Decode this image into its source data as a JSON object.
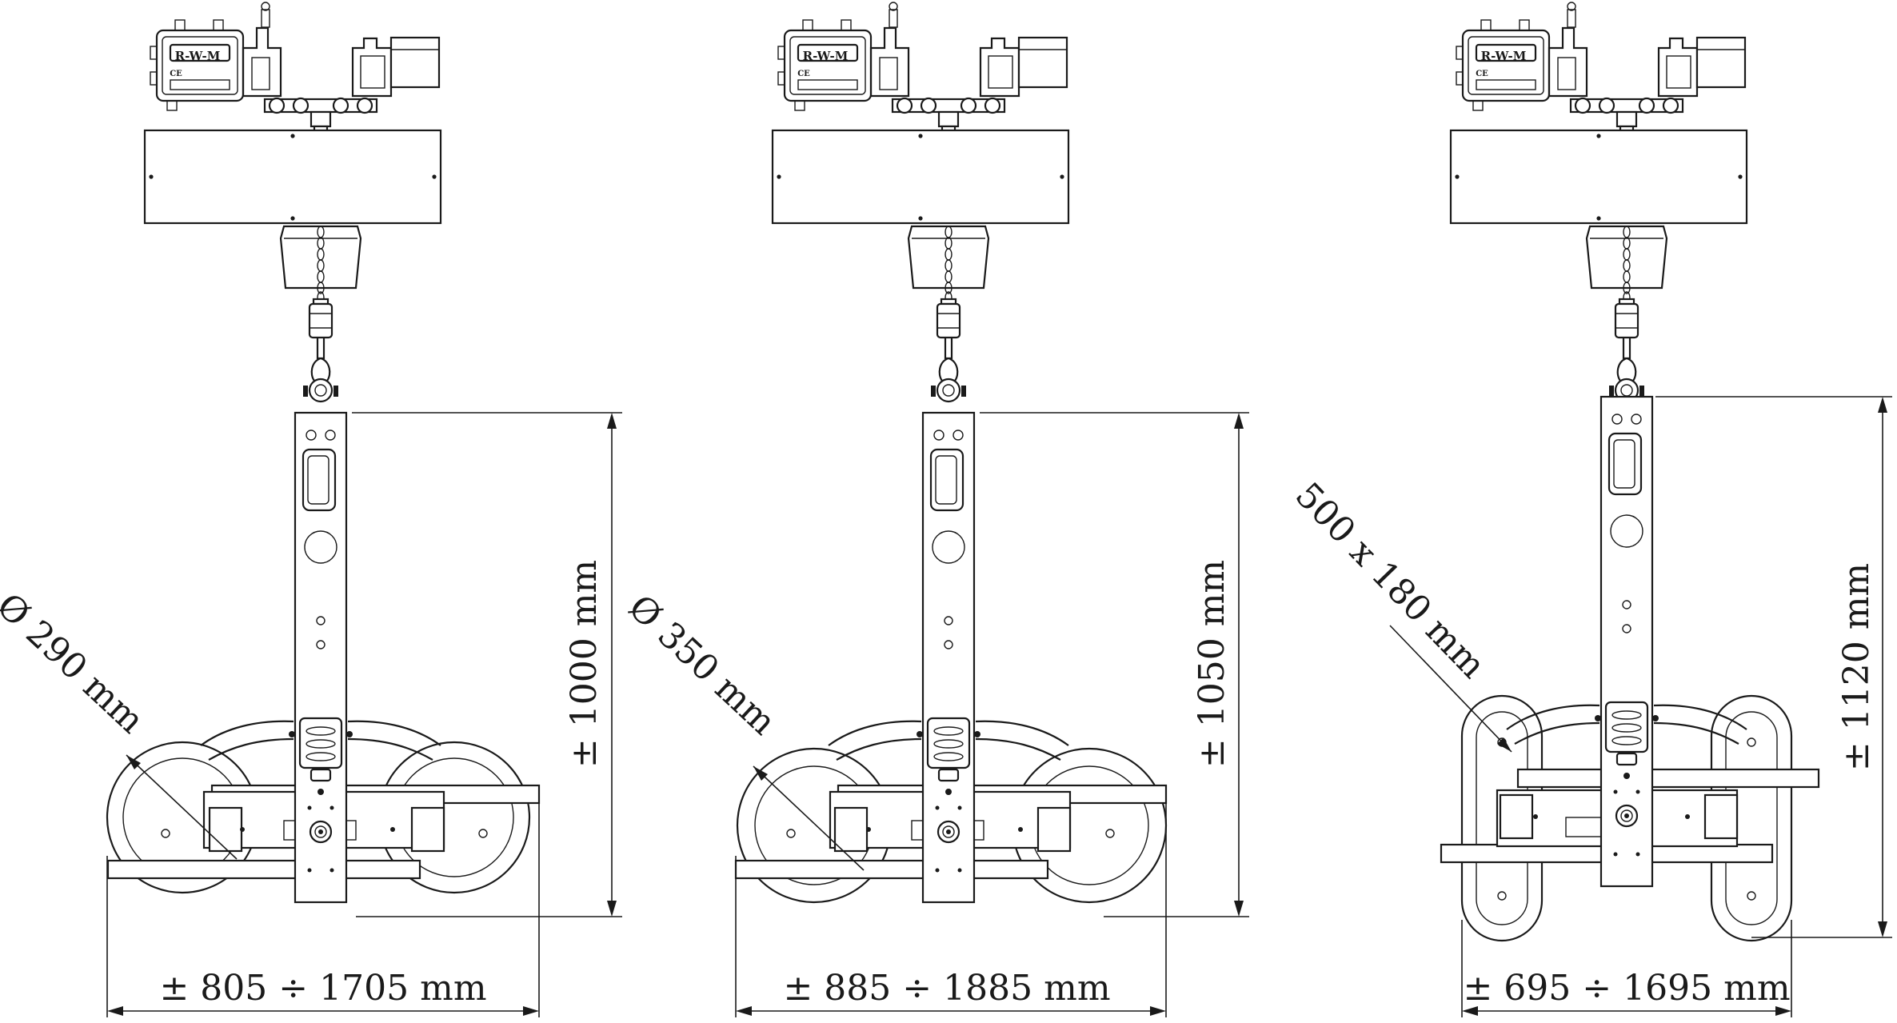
{
  "figure": {
    "panels": [
      {
        "id": "round-290",
        "pad_type": "round",
        "pad_label": "Ø 290 mm",
        "height_label": "± 1000 mm",
        "width_label": "± 805 ÷ 1705 mm",
        "controller_badge": "R-W-M",
        "controller_mark": "CE"
      },
      {
        "id": "round-350",
        "pad_type": "round",
        "pad_label": "Ø 350 mm",
        "height_label": "± 1050 mm",
        "width_label": "± 885 ÷ 1885 mm",
        "controller_badge": "R-W-M",
        "controller_mark": "CE"
      },
      {
        "id": "oval-500x180",
        "pad_type": "oval",
        "pad_label": "500 x 180 mm",
        "height_label": "± 1120 mm",
        "width_label": "± 695 ÷ 1695 mm",
        "controller_badge": "R-W-M",
        "controller_mark": "CE"
      }
    ]
  }
}
